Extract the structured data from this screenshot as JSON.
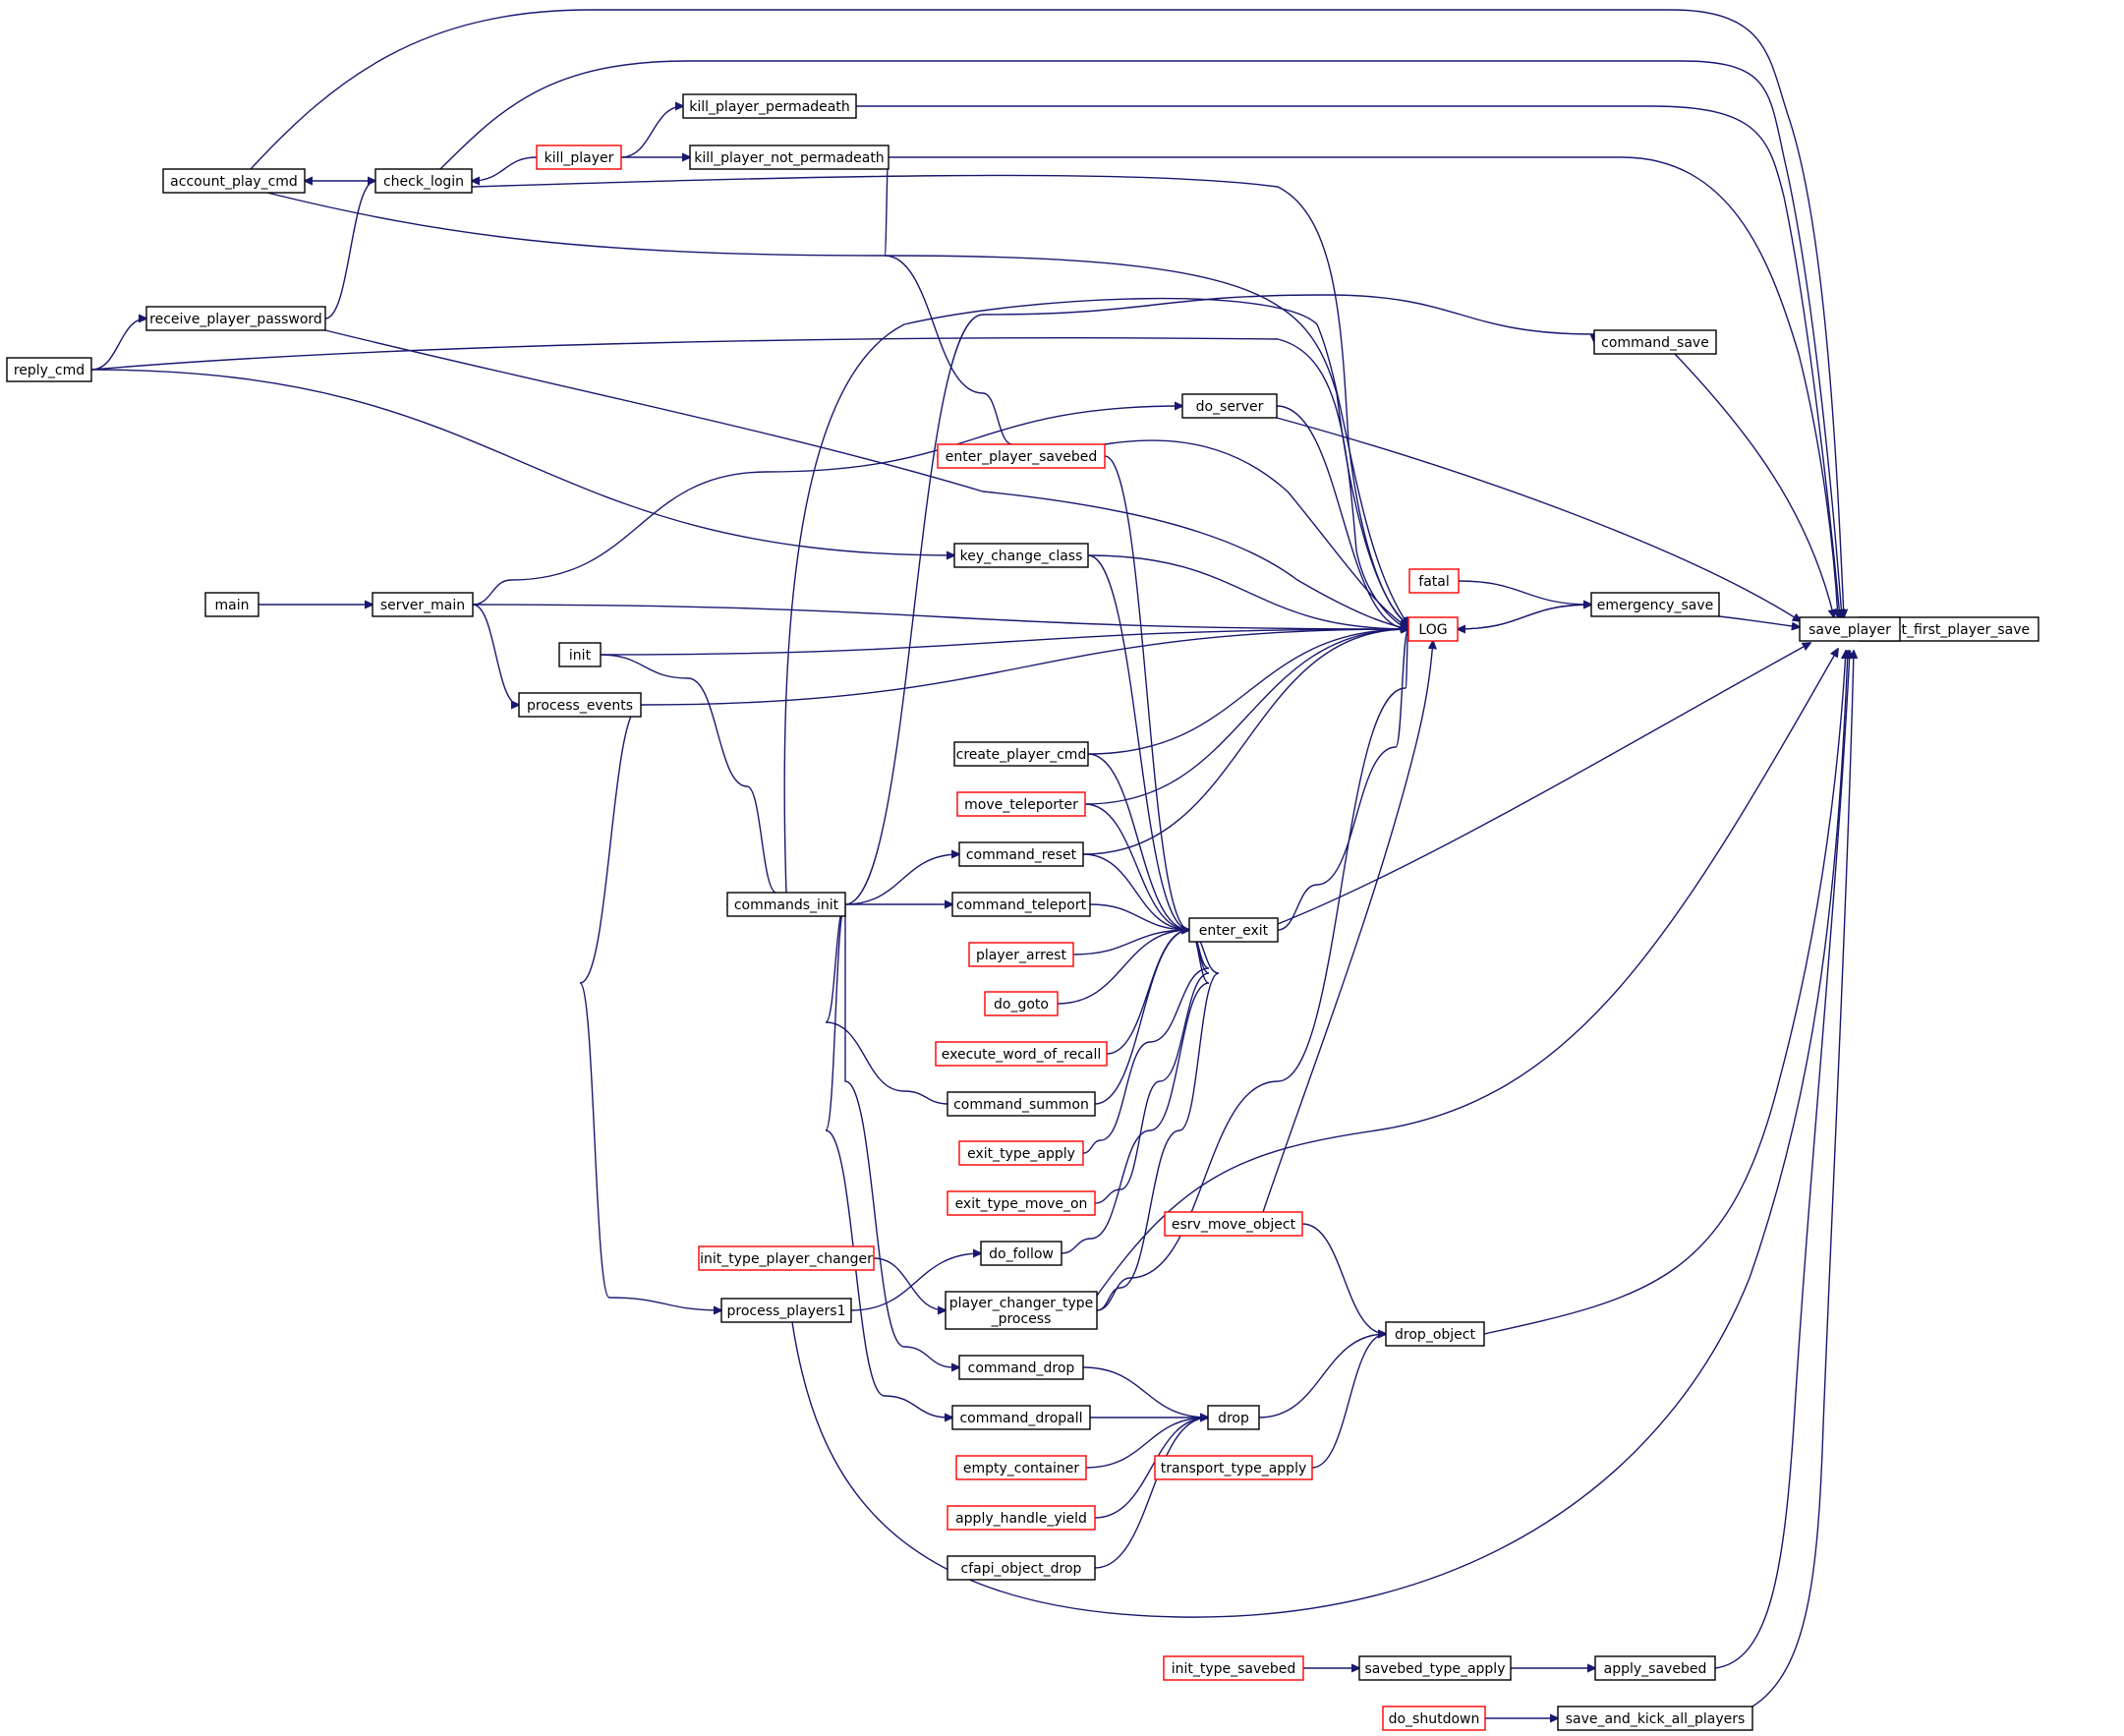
{
  "colors": {
    "edge": "#191970",
    "border_default": "#000000",
    "border_truncated": "#ff0000",
    "fill_focus": "#bfbfbf",
    "fill_default": "#ffffff"
  },
  "nodes": [
    {
      "id": "quest_first_player_save",
      "label": "quest_first_player_save",
      "style": "focus"
    },
    {
      "id": "save_player",
      "label": "save_player",
      "style": "default"
    },
    {
      "id": "account_play_cmd",
      "label": "account_play_cmd",
      "style": "default"
    },
    {
      "id": "check_login",
      "label": "check_login",
      "style": "default"
    },
    {
      "id": "kill_player",
      "label": "kill_player",
      "style": "truncated"
    },
    {
      "id": "kill_player_permadeath",
      "label": "kill_player_permadeath",
      "style": "default"
    },
    {
      "id": "kill_player_not_permadeath",
      "label": "kill_player_not_permadeath",
      "style": "default"
    },
    {
      "id": "receive_player_password",
      "label": "receive_player_password",
      "style": "default"
    },
    {
      "id": "reply_cmd",
      "label": "reply_cmd",
      "style": "default"
    },
    {
      "id": "command_save",
      "label": "command_save",
      "style": "default"
    },
    {
      "id": "do_server",
      "label": "do_server",
      "style": "default"
    },
    {
      "id": "enter_player_savebed",
      "label": "enter_player_savebed",
      "style": "truncated"
    },
    {
      "id": "key_change_class",
      "label": "key_change_class",
      "style": "default"
    },
    {
      "id": "fatal",
      "label": "fatal",
      "style": "truncated"
    },
    {
      "id": "emergency_save",
      "label": "emergency_save",
      "style": "default"
    },
    {
      "id": "LOG",
      "label": "LOG",
      "style": "truncated"
    },
    {
      "id": "main",
      "label": "main",
      "style": "default"
    },
    {
      "id": "server_main",
      "label": "server_main",
      "style": "default"
    },
    {
      "id": "init",
      "label": "init",
      "style": "default"
    },
    {
      "id": "process_events",
      "label": "process_events",
      "style": "default"
    },
    {
      "id": "create_player_cmd",
      "label": "create_player_cmd",
      "style": "default"
    },
    {
      "id": "move_teleporter",
      "label": "move_teleporter",
      "style": "truncated"
    },
    {
      "id": "command_reset",
      "label": "command_reset",
      "style": "default"
    },
    {
      "id": "commands_init",
      "label": "commands_init",
      "style": "default"
    },
    {
      "id": "command_teleport",
      "label": "command_teleport",
      "style": "default"
    },
    {
      "id": "enter_exit",
      "label": "enter_exit",
      "style": "default"
    },
    {
      "id": "player_arrest",
      "label": "player_arrest",
      "style": "truncated"
    },
    {
      "id": "do_goto",
      "label": "do_goto",
      "style": "truncated"
    },
    {
      "id": "execute_word_of_recall",
      "label": "execute_word_of_recall",
      "style": "truncated"
    },
    {
      "id": "command_summon",
      "label": "command_summon",
      "style": "default"
    },
    {
      "id": "exit_type_apply",
      "label": "exit_type_apply",
      "style": "truncated"
    },
    {
      "id": "exit_type_move_on",
      "label": "exit_type_move_on",
      "style": "truncated"
    },
    {
      "id": "esrv_move_object",
      "label": "esrv_move_object",
      "style": "truncated"
    },
    {
      "id": "do_follow",
      "label": "do_follow",
      "style": "default"
    },
    {
      "id": "init_type_player_changer",
      "label": "init_type_player_changer",
      "style": "truncated"
    },
    {
      "id": "player_changer_type_process",
      "label": [
        "player_changer_type",
        "_process"
      ],
      "style": "default"
    },
    {
      "id": "process_players1",
      "label": "process_players1",
      "style": "default"
    },
    {
      "id": "drop_object",
      "label": "drop_object",
      "style": "default"
    },
    {
      "id": "command_drop",
      "label": "command_drop",
      "style": "default"
    },
    {
      "id": "command_dropall",
      "label": "command_dropall",
      "style": "default"
    },
    {
      "id": "drop",
      "label": "drop",
      "style": "default"
    },
    {
      "id": "empty_container",
      "label": "empty_container",
      "style": "truncated"
    },
    {
      "id": "transport_type_apply",
      "label": "transport_type_apply",
      "style": "truncated"
    },
    {
      "id": "apply_handle_yield",
      "label": "apply_handle_yield",
      "style": "truncated"
    },
    {
      "id": "cfapi_object_drop",
      "label": "cfapi_object_drop",
      "style": "default"
    },
    {
      "id": "init_type_savebed",
      "label": "init_type_savebed",
      "style": "truncated"
    },
    {
      "id": "savebed_type_apply",
      "label": "savebed_type_apply",
      "style": "default"
    },
    {
      "id": "apply_savebed",
      "label": "apply_savebed",
      "style": "default"
    },
    {
      "id": "do_shutdown",
      "label": "do_shutdown",
      "style": "truncated"
    },
    {
      "id": "save_and_kick_all_players",
      "label": "save_and_kick_all_players",
      "style": "default"
    }
  ],
  "edges": [
    [
      "save_player",
      "quest_first_player_save"
    ],
    [
      "account_play_cmd",
      "save_player"
    ],
    [
      "check_login",
      "save_player"
    ],
    [
      "kill_player_permadeath",
      "save_player"
    ],
    [
      "kill_player_not_permadeath",
      "save_player"
    ],
    [
      "command_save",
      "save_player"
    ],
    [
      "do_server",
      "save_player"
    ],
    [
      "emergency_save",
      "save_player"
    ],
    [
      "enter_exit",
      "save_player"
    ],
    [
      "player_changer_type_process",
      "save_player"
    ],
    [
      "drop_object",
      "save_player"
    ],
    [
      "process_players1",
      "save_player"
    ],
    [
      "apply_savebed",
      "save_player"
    ],
    [
      "save_and_kick_all_players",
      "save_player"
    ],
    [
      "check_login",
      "account_play_cmd"
    ],
    [
      "receive_player_password",
      "check_login"
    ],
    [
      "kill_player",
      "check_login"
    ],
    [
      "kill_player",
      "kill_player_permadeath"
    ],
    [
      "kill_player",
      "kill_player_not_permadeath"
    ],
    [
      "reply_cmd",
      "receive_player_password"
    ],
    [
      "commands_init",
      "command_save"
    ],
    [
      "server_main",
      "do_server"
    ],
    [
      "kill_player_not_permadeath",
      "enter_player_savebed"
    ],
    [
      "reply_cmd",
      "key_change_class"
    ],
    [
      "fatal",
      "emergency_save"
    ],
    [
      "emergency_save",
      "LOG"
    ],
    [
      "LOG",
      "emergency_save"
    ],
    [
      "main",
      "server_main"
    ],
    [
      "server_main",
      "process_events"
    ],
    [
      "init",
      "commands_init"
    ],
    [
      "commands_init",
      "command_reset"
    ],
    [
      "commands_init",
      "command_teleport"
    ],
    [
      "commands_init",
      "command_summon"
    ],
    [
      "commands_init",
      "command_drop"
    ],
    [
      "commands_init",
      "command_dropall"
    ],
    [
      "process_events",
      "process_players1"
    ],
    [
      "process_players1",
      "do_follow"
    ],
    [
      "init_type_player_changer",
      "player_changer_type_process"
    ],
    [
      "esrv_move_object",
      "drop_object"
    ],
    [
      "drop",
      "drop_object"
    ],
    [
      "transport_type_apply",
      "drop_object"
    ],
    [
      "command_drop",
      "drop"
    ],
    [
      "command_dropall",
      "drop"
    ],
    [
      "empty_container",
      "drop"
    ],
    [
      "apply_handle_yield",
      "drop"
    ],
    [
      "cfapi_object_drop",
      "drop"
    ],
    [
      "init_type_savebed",
      "savebed_type_apply"
    ],
    [
      "savebed_type_apply",
      "apply_savebed"
    ],
    [
      "do_shutdown",
      "save_and_kick_all_players"
    ],
    [
      "enter_player_savebed",
      "enter_exit"
    ],
    [
      "key_change_class",
      "enter_exit"
    ],
    [
      "create_player_cmd",
      "enter_exit"
    ],
    [
      "move_teleporter",
      "enter_exit"
    ],
    [
      "command_reset",
      "enter_exit"
    ],
    [
      "command_teleport",
      "enter_exit"
    ],
    [
      "player_arrest",
      "enter_exit"
    ],
    [
      "do_goto",
      "enter_exit"
    ],
    [
      "execute_word_of_recall",
      "enter_exit"
    ],
    [
      "command_summon",
      "enter_exit"
    ],
    [
      "exit_type_apply",
      "enter_exit"
    ],
    [
      "exit_type_move_on",
      "enter_exit"
    ],
    [
      "do_follow",
      "enter_exit"
    ],
    [
      "player_changer_type_process",
      "enter_exit"
    ],
    [
      "account_play_cmd",
      "LOG"
    ],
    [
      "check_login",
      "LOG"
    ],
    [
      "reply_cmd",
      "LOG"
    ],
    [
      "receive_player_password",
      "LOG"
    ],
    [
      "commands_init",
      "LOG"
    ],
    [
      "do_server",
      "LOG"
    ],
    [
      "enter_player_savebed",
      "LOG"
    ],
    [
      "key_change_class",
      "LOG"
    ],
    [
      "server_main",
      "LOG"
    ],
    [
      "init",
      "LOG"
    ],
    [
      "process_events",
      "LOG"
    ],
    [
      "create_player_cmd",
      "LOG"
    ],
    [
      "move_teleporter",
      "LOG"
    ],
    [
      "command_reset",
      "LOG"
    ],
    [
      "enter_exit",
      "LOG"
    ],
    [
      "player_changer_type_process",
      "LOG"
    ],
    [
      "esrv_move_object",
      "LOG"
    ]
  ]
}
